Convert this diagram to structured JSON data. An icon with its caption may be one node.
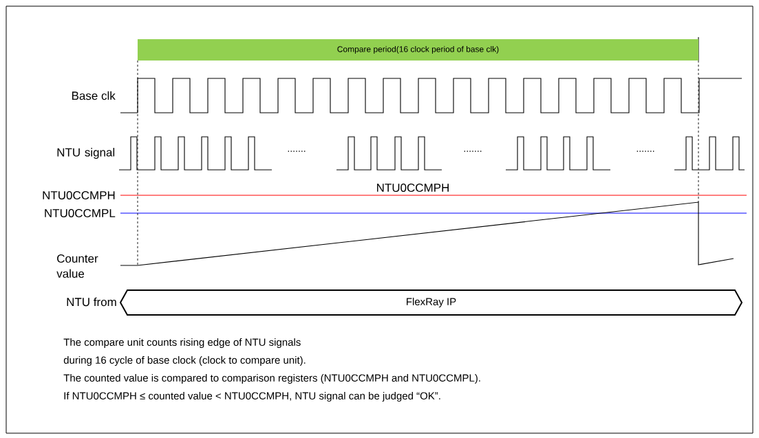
{
  "diagram": {
    "nodes": [
      {
        "text": [
          "Compare period(16 clock period of base clk)"
        ]
      },
      {
        "text": [
          "FlexRay  IP"
        ]
      }
    ],
    "edges": [],
    "labels": [
      "Base clk",
      "NTU signal",
      ".......",
      ".......",
      ".......",
      "NTU0CCMPH",
      "NTU0CCMPH",
      "NTU0CCMPL",
      "Counter value",
      "NTU from",
      "The compare unit counts rising edge of NTU signals",
      "during 16 cycle of base clock (clock to compare unit).",
      "The counted value is compared to comparison registers (NTU0CCMPH and NTU0CCMPL).",
      "If NTU0CCMPH ≤ counted value < NTU0CCMPH, NTU signal can be judged “OK”."
    ]
  }
}
